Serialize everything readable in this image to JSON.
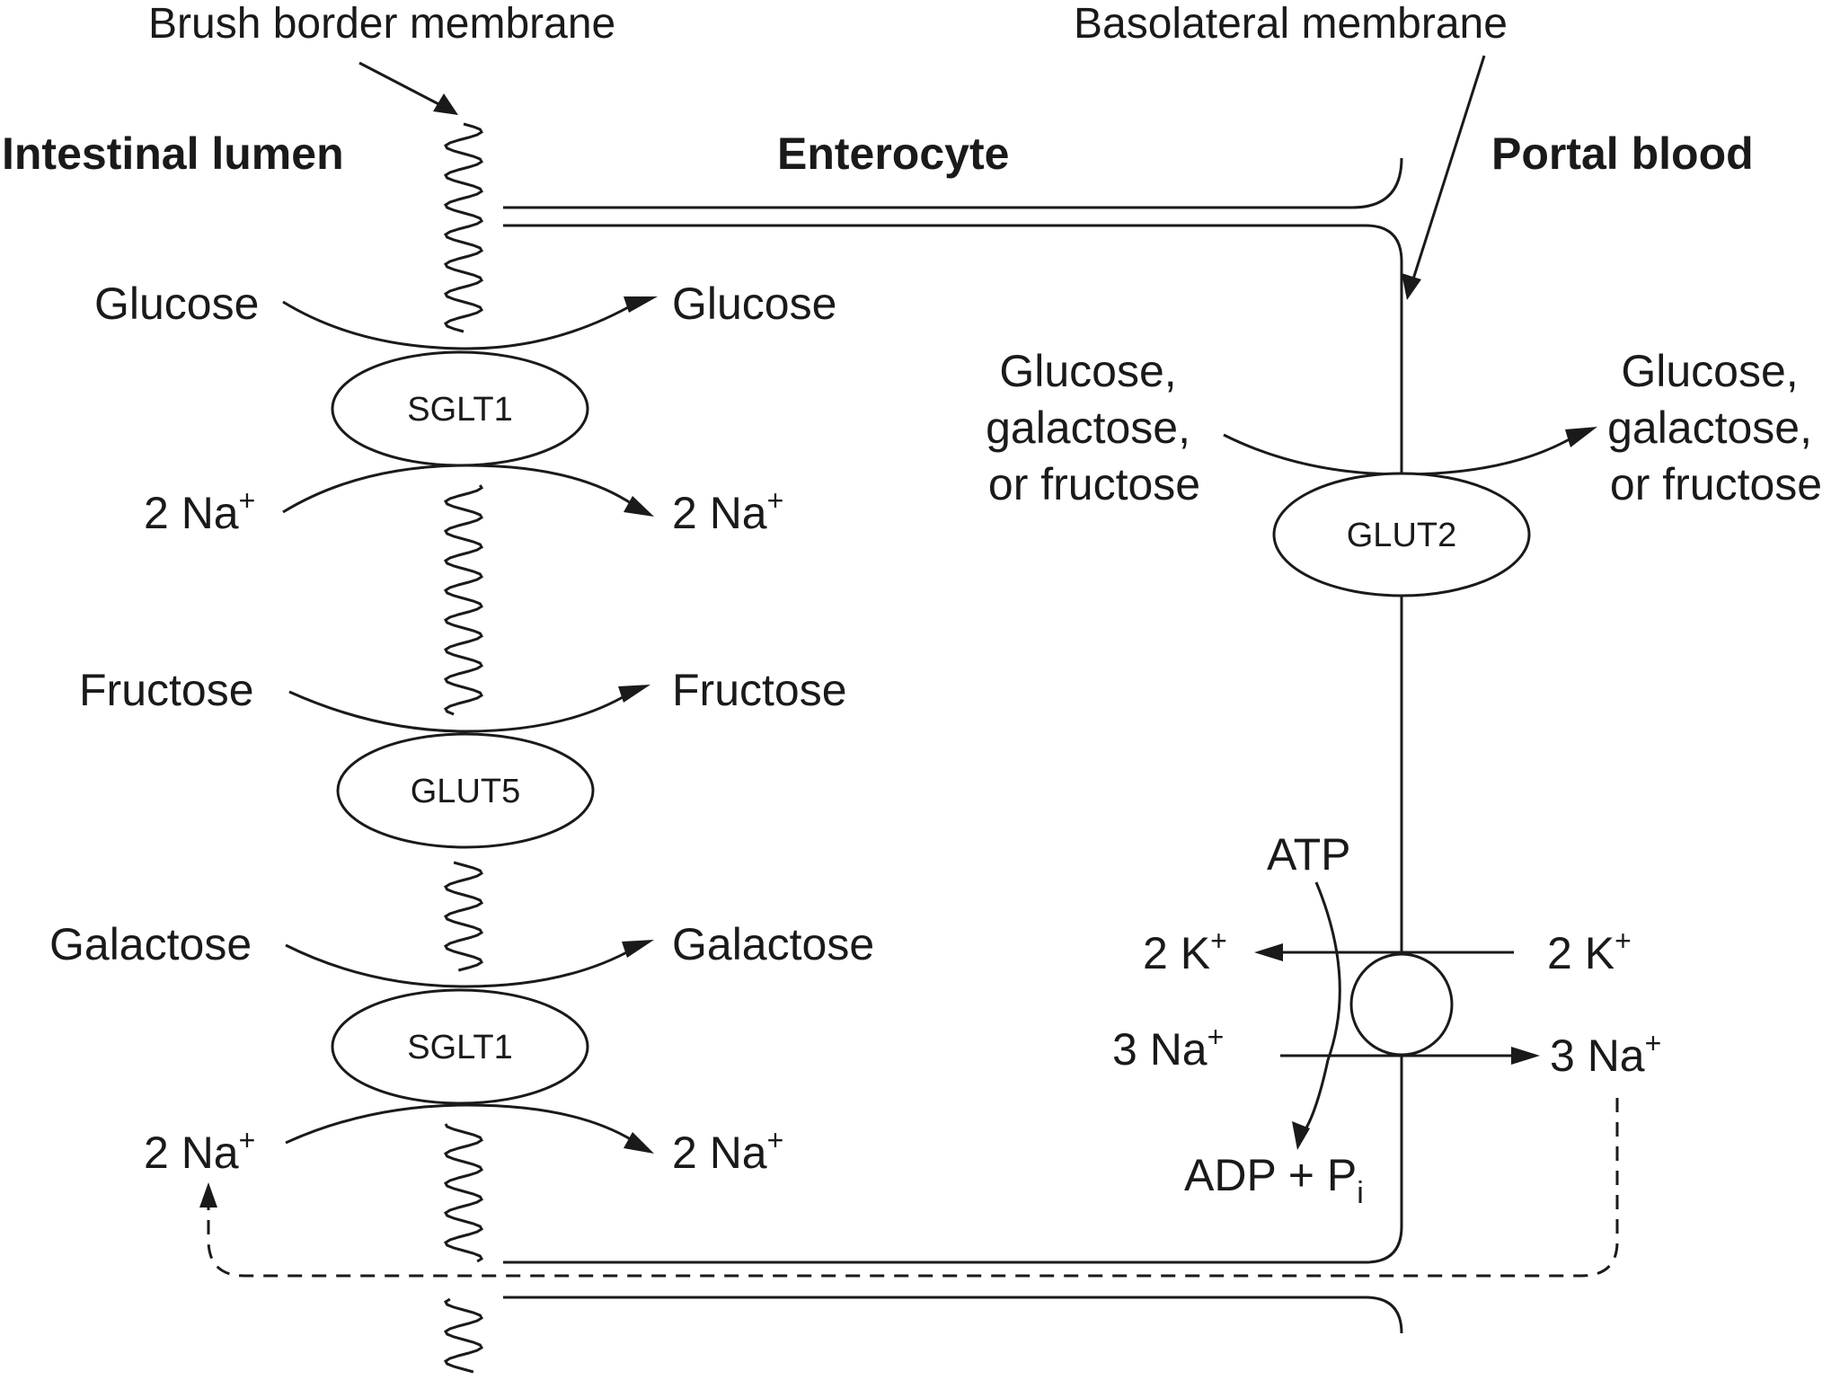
{
  "regions": {
    "lumen": "Intestinal lumen",
    "cell": "Enterocyte",
    "blood": "Portal blood"
  },
  "membranes": {
    "brush": "Brush border membrane",
    "basolateral": "Basolateral membrane"
  },
  "transporters": {
    "sglt1_top": "SGLT1",
    "glut5": "GLUT5",
    "sglt1_bottom": "SGLT1",
    "glut2": "GLUT2"
  },
  "substrates": {
    "glucose_in": "Glucose",
    "glucose_out": "Glucose",
    "na_in_1": "2 Na",
    "na_out_1": "2 Na",
    "fructose_in": "Fructose",
    "fructose_out": "Fructose",
    "galactose_in": "Galactose",
    "galactose_out": "Galactose",
    "na_in_2": "2 Na",
    "na_out_2": "2 Na",
    "hexose_in": [
      "Glucose,",
      "galactose,",
      "or fructose"
    ],
    "hexose_out": [
      "Glucose,",
      "galactose,",
      "or fructose"
    ]
  },
  "pump": {
    "atp": "ATP",
    "adp": "ADP + P",
    "adp_sub": "i",
    "k_out": "2 K",
    "k_in": "2 K",
    "na_in": "3 Na",
    "na_out": "3 Na"
  },
  "charge_plus": "+"
}
